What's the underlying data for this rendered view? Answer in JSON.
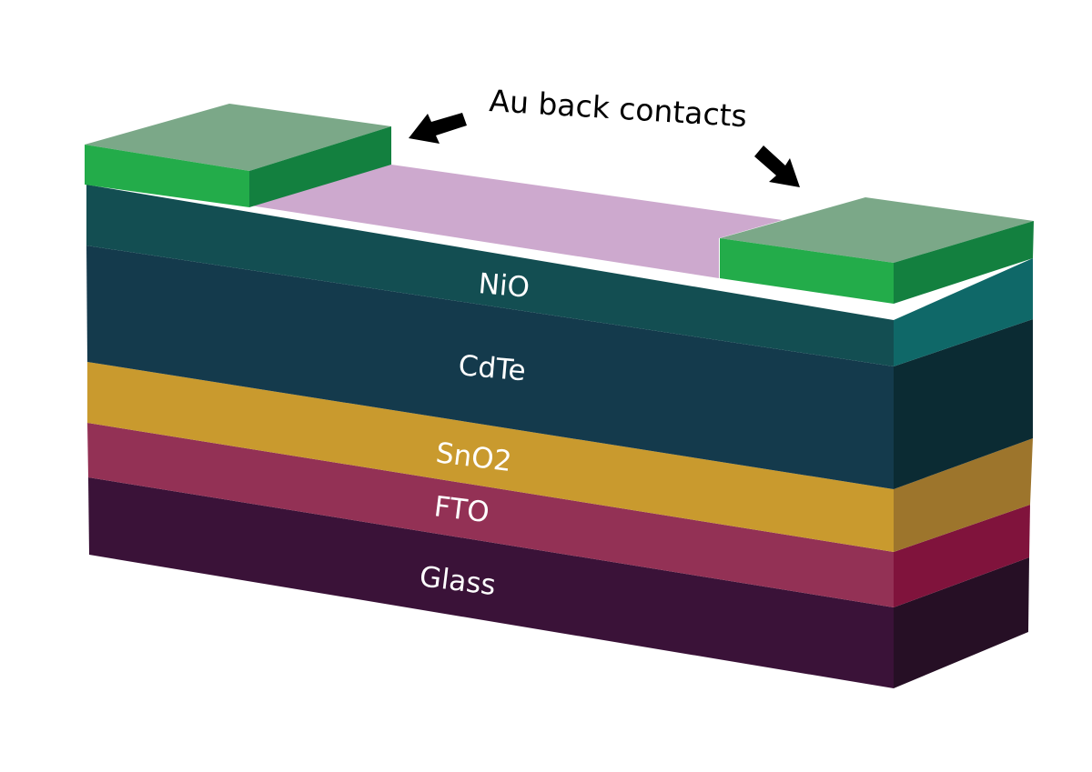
{
  "figure": {
    "title": "CdTe solar cell layer stack",
    "callout": {
      "text": "Au back contacts",
      "arrows": [
        "left-contact-arrow",
        "right-contact-arrow"
      ]
    },
    "layers": [
      {
        "id": "nio",
        "label": "NiO",
        "front": "#134e52",
        "side": "#0f6868",
        "top": "#cda9ce"
      },
      {
        "id": "cdte",
        "label": "CdTe",
        "front": "#143a4c",
        "side": "#0b2b33"
      },
      {
        "id": "sno2",
        "label": "SnO2",
        "front": "#c99a2e",
        "side": "#9d752c"
      },
      {
        "id": "fto",
        "label": "FTO",
        "front": "#933155",
        "side": "#80133c"
      },
      {
        "id": "glass",
        "label": "Glass",
        "front": "#3a1238",
        "side": "#260f25"
      }
    ],
    "contacts": {
      "label": "Au back contact",
      "front": "#23ac4a",
      "side": "#13803f",
      "top": "#7ba888",
      "count": 2
    }
  }
}
